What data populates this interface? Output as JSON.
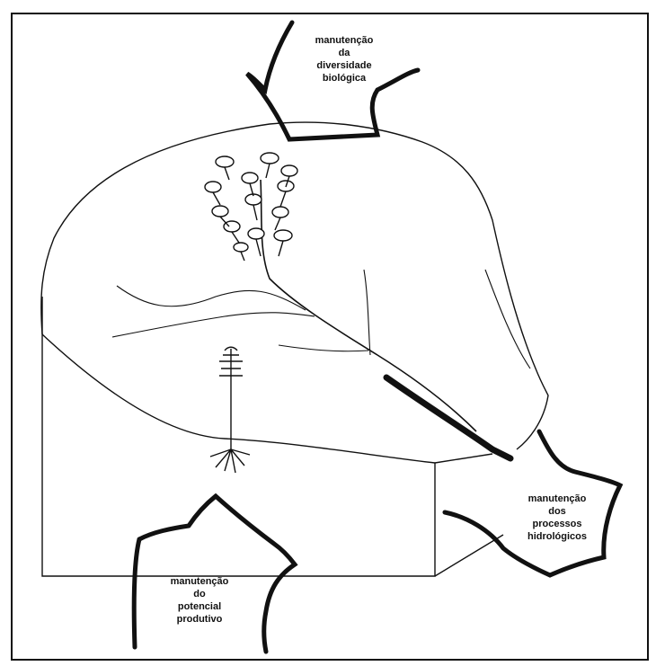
{
  "labels": {
    "biodiversity": [
      "manutenção",
      "da",
      "diversidade",
      "biológica"
    ],
    "hydrology": [
      "manutenção",
      "dos",
      "processos",
      "hidrológicos"
    ],
    "productivity": [
      "manutenção",
      "do",
      "potencial",
      "produtivo"
    ]
  }
}
